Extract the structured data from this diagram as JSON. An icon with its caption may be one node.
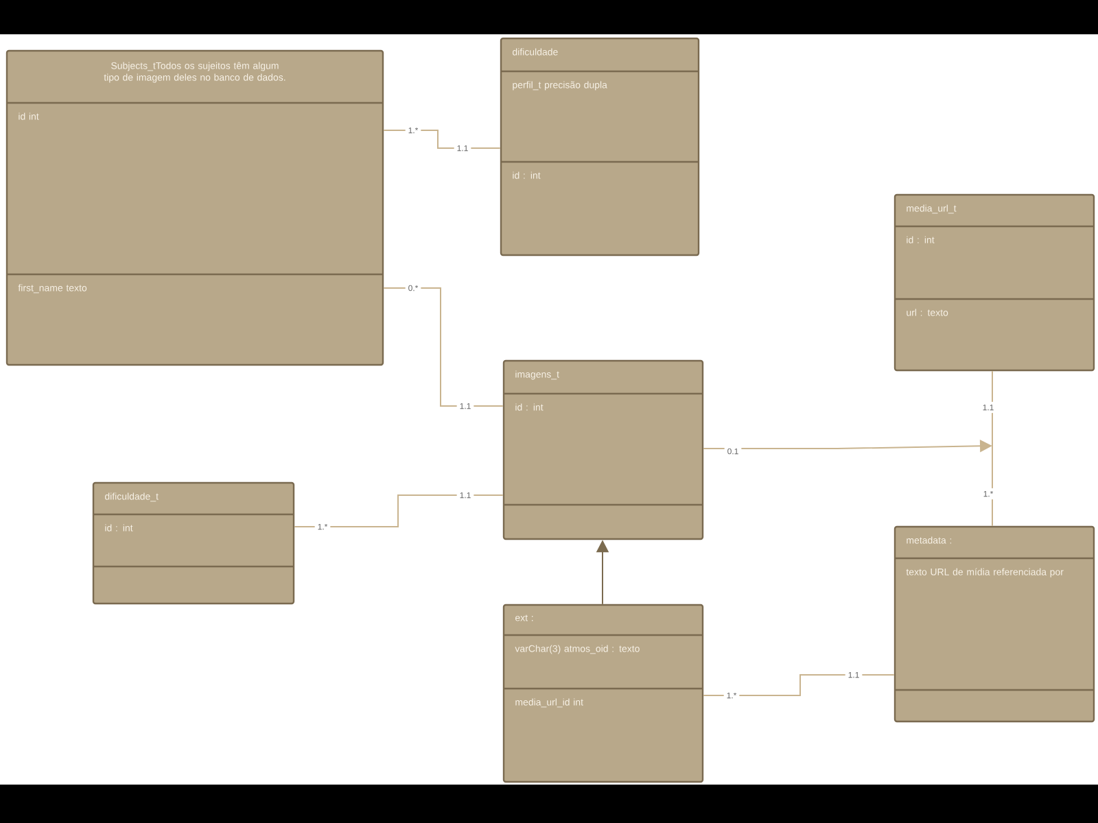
{
  "diagram": {
    "nodes": [
      {
        "text": [
          "Subjects_tTodos os sujeitos têm algum tipo de imagem deles no banco de dados.",
          "id int",
          "first_name texto"
        ]
      },
      {
        "text": [
          "dificuldade",
          "perfil_t precisão dupla",
          "id : int"
        ]
      },
      {
        "text": [
          "media_url_t",
          "id : int",
          "url : texto"
        ]
      },
      {
        "text": [
          "imagens_t",
          "id : int"
        ]
      },
      {
        "text": [
          "dificuldade_t",
          "id : int"
        ]
      },
      {
        "text": [
          "ext :",
          "varChar(3) atmos_oid : texto",
          "media_url_id int"
        ]
      },
      {
        "text": [
          "metadata :",
          "texto URL de mídia referenciada por"
        ]
      }
    ],
    "edges": [
      {
        "from": 0,
        "to": 1,
        "arrow": "none"
      },
      {
        "from": 0,
        "to": 3,
        "arrow": "none"
      },
      {
        "from": 4,
        "to": 3,
        "arrow": "none"
      },
      {
        "from": 5,
        "to": 3,
        "arrow": "to",
        "color": "#7b6b4f"
      },
      {
        "from": 5,
        "to": 6,
        "arrow": "none"
      },
      {
        "from": 2,
        "to": 6,
        "arrow": "none"
      },
      {
        "from": 3,
        "to": null,
        "arrow": "to"
      }
    ],
    "labels": [
      "1.*",
      "1.1",
      "0.*",
      "1.1",
      "1.1",
      "0.1",
      "1.1",
      "1.*",
      "1.*",
      "1.1",
      "1.*"
    ]
  }
}
